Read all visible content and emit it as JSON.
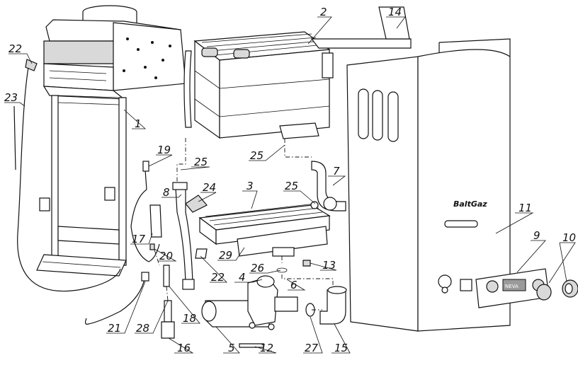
{
  "brand": {
    "logo_text": "BaltGaz",
    "panel_badge": "NEVA"
  },
  "callouts": [
    {
      "label": "22"
    },
    {
      "label": "23"
    },
    {
      "label": "1"
    },
    {
      "label": "2"
    },
    {
      "label": "14"
    },
    {
      "label": "19"
    },
    {
      "label": "25"
    },
    {
      "label": "25"
    },
    {
      "label": "7"
    },
    {
      "label": "8"
    },
    {
      "label": "24"
    },
    {
      "label": "3"
    },
    {
      "label": "25"
    },
    {
      "label": "11"
    },
    {
      "label": "10"
    },
    {
      "label": "9"
    },
    {
      "label": "17"
    },
    {
      "label": "20"
    },
    {
      "label": "29"
    },
    {
      "label": "13"
    },
    {
      "label": "22"
    },
    {
      "label": "26"
    },
    {
      "label": "4"
    },
    {
      "label": "6"
    },
    {
      "label": "21"
    },
    {
      "label": "28"
    },
    {
      "label": "18"
    },
    {
      "label": "16"
    },
    {
      "label": "5"
    },
    {
      "label": "12"
    },
    {
      "label": "27"
    },
    {
      "label": "15"
    }
  ]
}
